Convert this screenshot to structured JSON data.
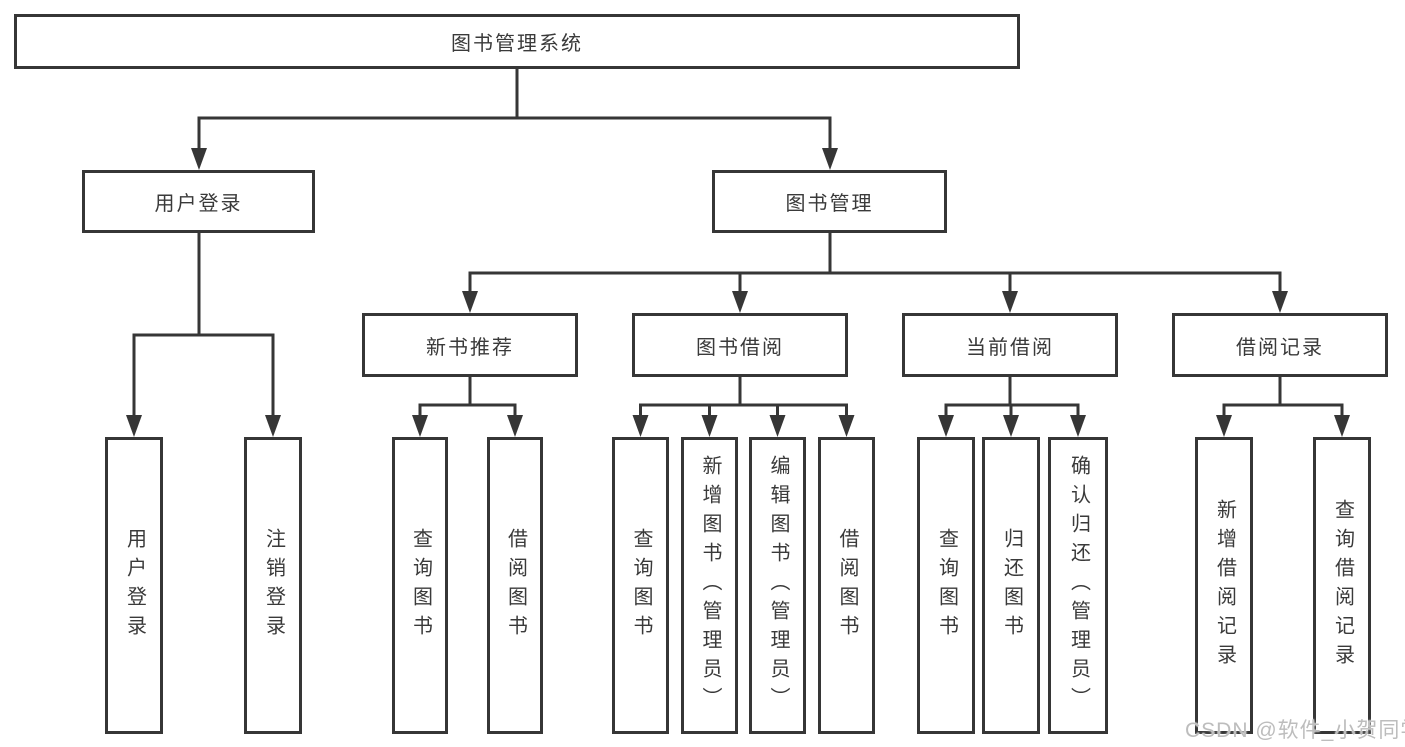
{
  "diagram": {
    "root": {
      "label": "图书管理系统"
    },
    "level2": {
      "user_login": {
        "label": "用户登录"
      },
      "book_mgmt": {
        "label": "图书管理"
      }
    },
    "level3": {
      "new_books": {
        "label": "新书推荐"
      },
      "book_borrow": {
        "label": "图书借阅"
      },
      "current_borrow": {
        "label": "当前借阅"
      },
      "borrow_records": {
        "label": "借阅记录"
      }
    },
    "leaves": {
      "user_login": [
        "用户登录",
        "注销登录"
      ],
      "new_books": [
        "查询图书",
        "借阅图书"
      ],
      "book_borrow": [
        "查询图书",
        "新增图书（管理员）",
        "编辑图书（管理员）",
        "借阅图书"
      ],
      "current_borrow": [
        "查询图书",
        "归还图书",
        "确认归还（管理员）"
      ],
      "borrow_records": [
        "新增借阅记录",
        "查询借阅记录"
      ]
    }
  },
  "watermark": "CSDN @软件_小贺同学",
  "colors": {
    "line": "#363636",
    "text": "#3a3a3a",
    "background": "#ffffff",
    "watermark": "#bdbdbd"
  }
}
